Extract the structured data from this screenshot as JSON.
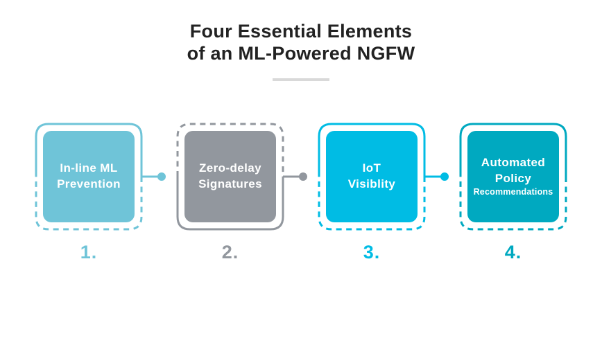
{
  "title": {
    "line1": "Four Essential Elements",
    "line2": "of an ML-Powered NGFW"
  },
  "cards": [
    {
      "number": "1.",
      "label_lines": [
        "In-line ML",
        "Prevention"
      ],
      "sub_label": "",
      "color": "#6fc4d8",
      "dashed_half": "bottom",
      "connector": true
    },
    {
      "number": "2.",
      "label_lines": [
        "Zero-delay",
        "Signatures"
      ],
      "sub_label": "",
      "color": "#92979e",
      "dashed_half": "top",
      "connector": true
    },
    {
      "number": "3.",
      "label_lines": [
        "IoT",
        "Visiblity"
      ],
      "sub_label": "",
      "color": "#00bce4",
      "dashed_half": "bottom",
      "connector": true
    },
    {
      "number": "4.",
      "label_lines": [
        "Automated",
        "Policy"
      ],
      "sub_label": "Recommendations",
      "color": "#00a9c0",
      "dashed_half": "bottom",
      "connector": false
    }
  ]
}
